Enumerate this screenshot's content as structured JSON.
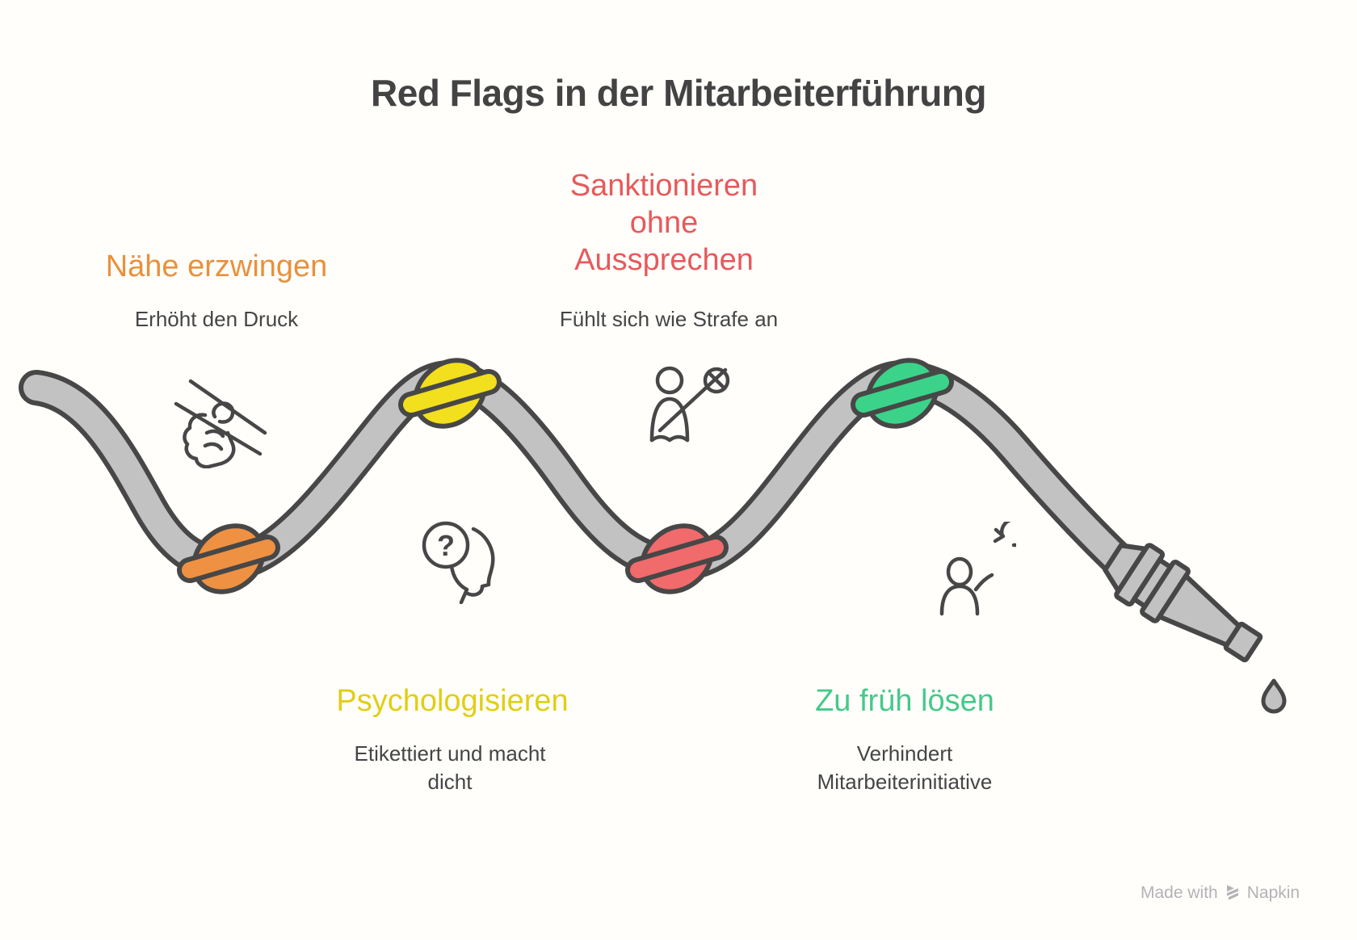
{
  "title": "Red Flags in der Mitarbeiterführung",
  "items": [
    {
      "label": "Nähe erzwingen",
      "description": "Erhöht den Druck",
      "color": "#E8913C",
      "knot_color": "#EF9142",
      "icon": "chopsticks-hand"
    },
    {
      "label": "Psychologisieren",
      "description": "Etikettiert und macht dicht",
      "color": "#E0CF15",
      "knot_color": "#F2DF1D",
      "icon": "head-question"
    },
    {
      "label": "Sanktionieren ohne Aussprechen",
      "description": "Fühlt sich wie Strafe an",
      "color": "#E65A5C",
      "knot_color": "#F16A6C",
      "icon": "person-crossed-out"
    },
    {
      "label": "Zu früh lösen",
      "description": "Verhindert Mitarbeiterinitiative",
      "color": "#45C98B",
      "knot_color": "#3BD389",
      "icon": "person-refresh"
    }
  ],
  "icons": {
    "question_glyph": "?"
  },
  "footer": {
    "made_with": "Made with",
    "brand": "Napkin"
  },
  "colors": {
    "background": "#FFFEFB",
    "hose": "#C2C2C2",
    "outline": "#474747",
    "text": "#454545",
    "title": "#434343",
    "footer": "#B5B2B6"
  }
}
